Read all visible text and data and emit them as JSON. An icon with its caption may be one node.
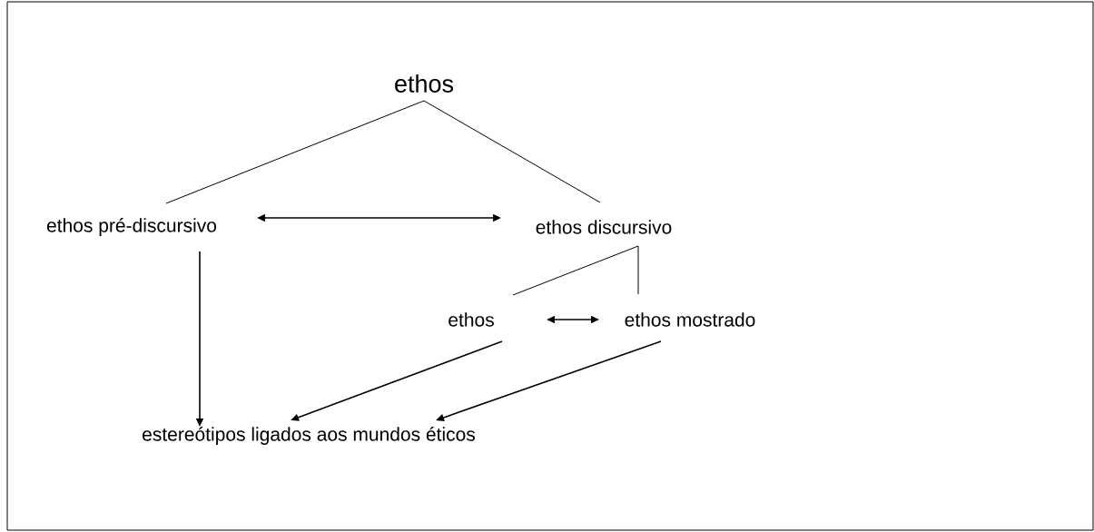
{
  "diagram": {
    "nodes": [
      {
        "text": [
          "ethos"
        ]
      },
      {
        "text": [
          "ethos pré-discursivo"
        ]
      },
      {
        "text": [
          "ethos discursivo"
        ]
      },
      {
        "text": [
          "ethos"
        ]
      },
      {
        "text": [
          "ethos  mostrado"
        ]
      },
      {
        "text": [
          "estereótipos ligados aos mundos éticos"
        ]
      }
    ],
    "edges": [
      {
        "from": 0,
        "to": 1,
        "arrow": "none"
      },
      {
        "from": 0,
        "to": 2,
        "arrow": "none"
      },
      {
        "from": 1,
        "to": 2,
        "arrow": "both"
      },
      {
        "from": 2,
        "to": 3,
        "arrow": "none"
      },
      {
        "from": 2,
        "to": 4,
        "arrow": "none"
      },
      {
        "from": 3,
        "to": 4,
        "arrow": "both"
      },
      {
        "from": 1,
        "to": 5,
        "arrow": "to"
      },
      {
        "from": 3,
        "to": 5,
        "arrow": "to"
      },
      {
        "from": 4,
        "to": 5,
        "arrow": "to"
      }
    ]
  }
}
